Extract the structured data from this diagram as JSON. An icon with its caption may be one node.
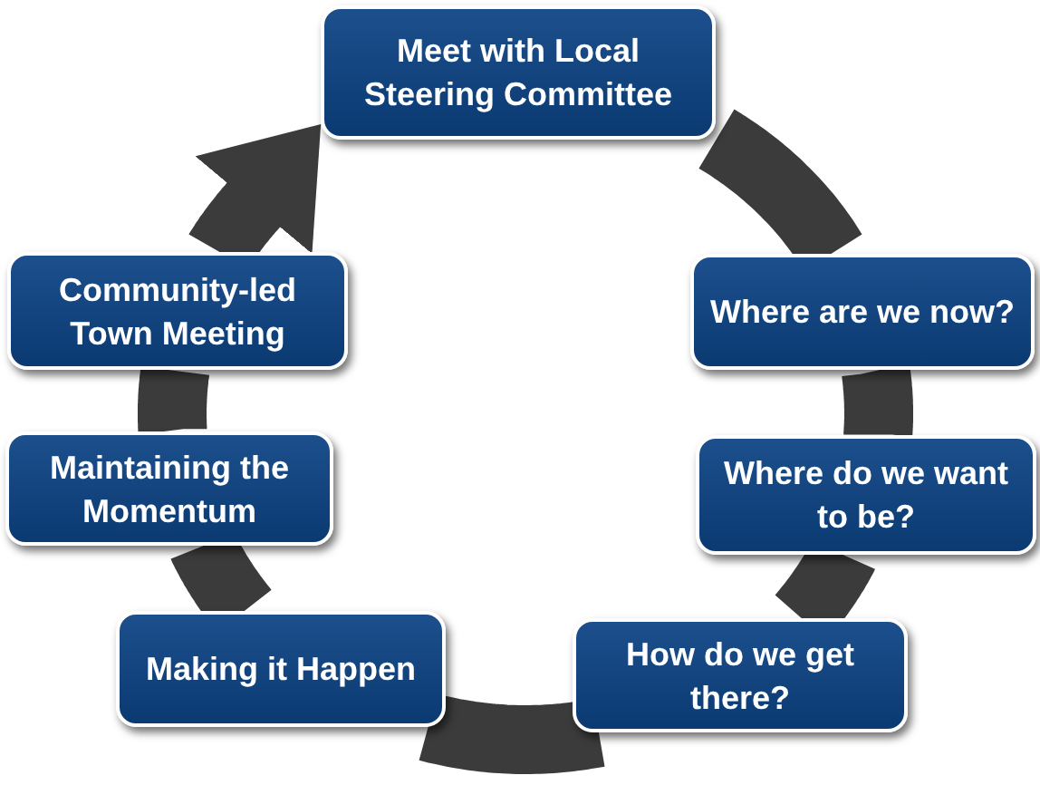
{
  "diagram": {
    "nodes": [
      {
        "text": [
          "Meet with Local Steering Committee"
        ]
      },
      {
        "text": [
          "Where are we now?"
        ]
      },
      {
        "text": [
          "Where do we want to be?"
        ]
      },
      {
        "text": [
          "How do we get there?"
        ]
      },
      {
        "text": [
          "Making it Happen"
        ]
      },
      {
        "text": [
          "Maintaining the Momentum"
        ]
      },
      {
        "text": [
          "Community-led Town Meeting"
        ]
      }
    ],
    "edges": [
      {
        "from": 0,
        "to": 1,
        "arrow": "none"
      },
      {
        "from": 1,
        "to": 2,
        "arrow": "none"
      },
      {
        "from": 2,
        "to": 3,
        "arrow": "none"
      },
      {
        "from": 3,
        "to": 4,
        "arrow": "none"
      },
      {
        "from": 4,
        "to": 5,
        "arrow": "none"
      },
      {
        "from": 5,
        "to": 6,
        "arrow": "none"
      },
      {
        "from": 6,
        "to": 0,
        "arrow": "to"
      }
    ]
  }
}
